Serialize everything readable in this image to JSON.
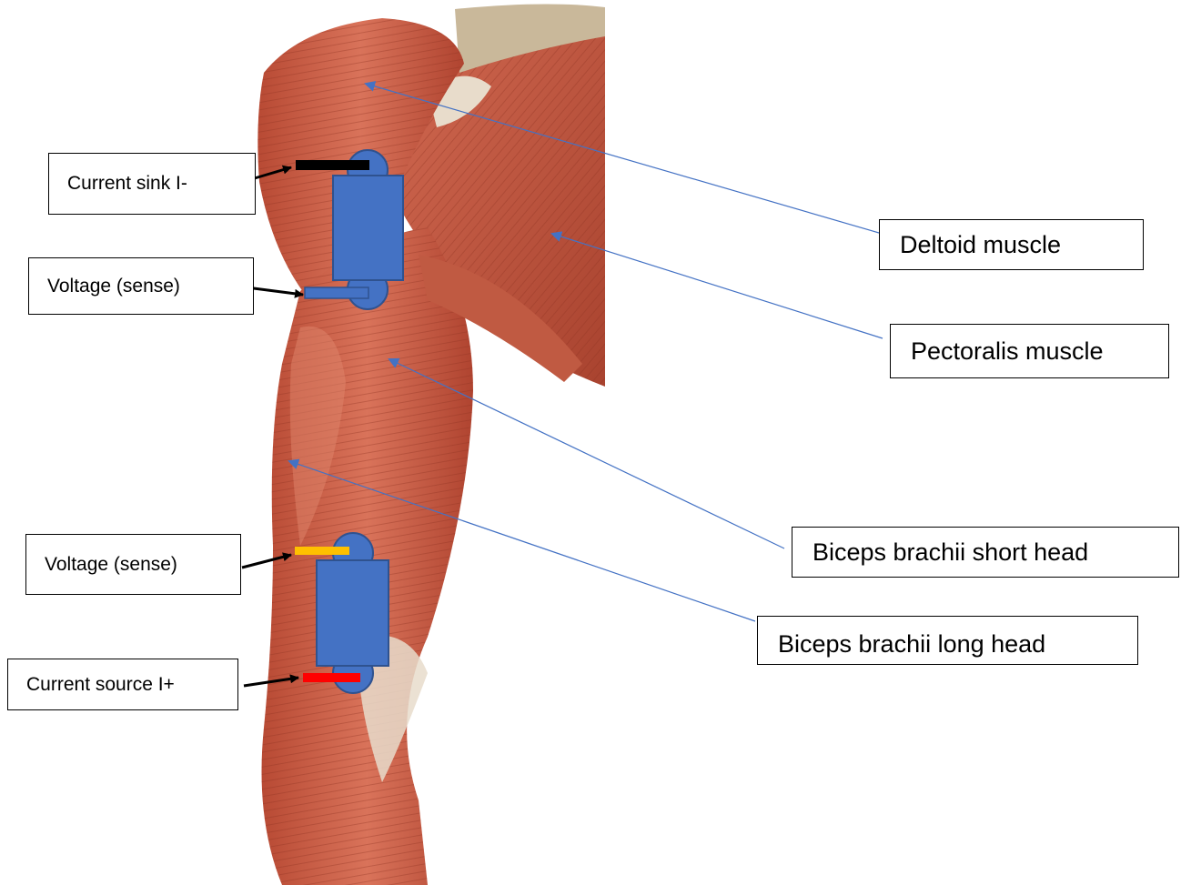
{
  "labels": {
    "current_sink": "Current sink I-",
    "voltage_sense_upper": "Voltage (sense)",
    "voltage_sense_lower": "Voltage (sense)",
    "current_source": "Current source I+",
    "deltoid": "Deltoid muscle",
    "pectoralis": "Pectoralis muscle",
    "biceps_short": "Biceps brachii short head",
    "biceps_long": "Biceps brachii long head"
  },
  "colors": {
    "electrode": "#4472c4",
    "electrode_outline": "#2f528f",
    "current_sink_contact": "#000000",
    "voltage_upper_contact": "#4472c4",
    "voltage_lower_contact": "#ffc000",
    "current_source_contact": "#ff0000",
    "pointer_line": "#4472c4",
    "muscle": "#c8553d"
  }
}
